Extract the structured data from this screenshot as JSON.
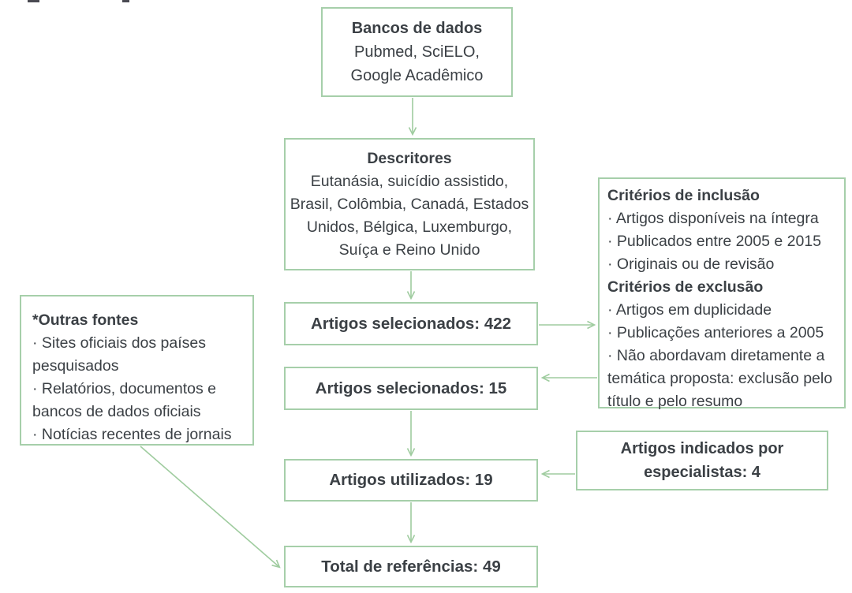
{
  "colors": {
    "border_green": "#a6cfaa",
    "arrow_green": "#9fcc9f",
    "text_dark": "#3b4045"
  },
  "boxes": {
    "databases": {
      "title": "Bancos de dados",
      "lines": [
        "Pubmed, SciELO,",
        "Google Acadêmico"
      ]
    },
    "descriptors": {
      "title": "Descritores",
      "lines": [
        "Eutanásia, suicídio assistido,",
        "Brasil, Colômbia, Canadá, Estados",
        "Unidos, Bélgica, Luxemburgo,",
        "Suíça e Reino Unido"
      ]
    },
    "selected_422": {
      "label": "Artigos selecionados: 422"
    },
    "selected_15": {
      "label": "Artigos selecionados: 15"
    },
    "used_19": {
      "label": "Artigos utilizados: 19"
    },
    "total_49": {
      "label": "Total de referências: 49"
    },
    "criteria": {
      "inclusion_title": "Critérios de inclusão",
      "inclusion_items": [
        "· Artigos disponíveis na íntegra",
        "· Publicados entre 2005 e 2015",
        "· Originais ou de revisão"
      ],
      "exclusion_title": "Critérios de exclusão",
      "exclusion_items": [
        "· Artigos em duplicidade",
        "· Publicações anteriores a 2005",
        "· Não abordavam diretamente a",
        "temática proposta: exclusão pelo",
        "título e pelo resumo"
      ]
    },
    "experts": {
      "lines": [
        "Artigos indicados por",
        "especialistas: 4"
      ]
    },
    "other_sources": {
      "title": "*Outras fontes",
      "items": [
        "· Sites oficiais dos países",
        "pesquisados",
        "· Relatórios, documentos e",
        "bancos de dados oficiais",
        "· Notícias recentes de jornais"
      ]
    }
  }
}
